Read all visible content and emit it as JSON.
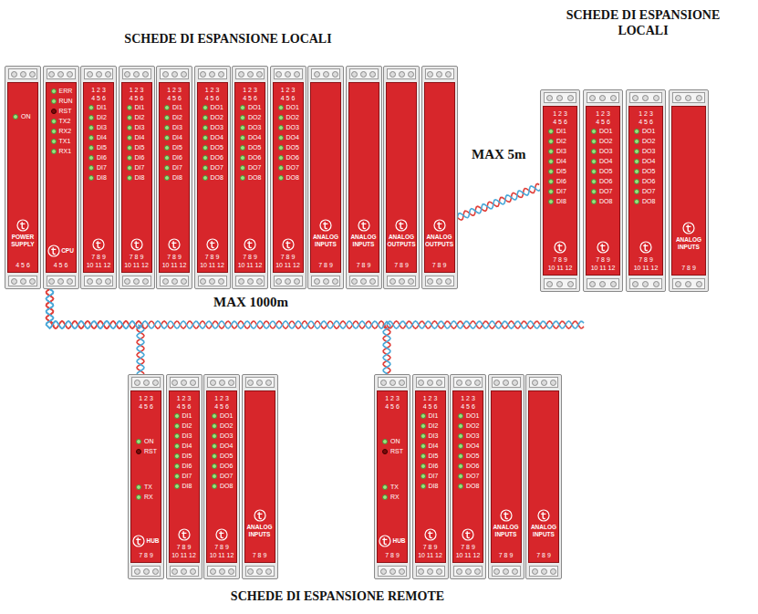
{
  "diagram": {
    "nodes": [
      {
        "text": [
          "ON",
          "POWER SUPPLY",
          "4 5 6"
        ]
      },
      {
        "text": [
          "ERR",
          "RUN",
          "RST",
          "TX2",
          "RX2",
          "TX1",
          "RX1",
          "CPU",
          "4 5 6"
        ]
      },
      {
        "text": [
          "1 2 3",
          "4 5 6",
          "DI1",
          "DI2",
          "DI3",
          "DI4",
          "DI5",
          "DI6",
          "DI7",
          "DI8",
          "7 8 9",
          "10 11 12"
        ]
      },
      {
        "text": [
          "1 2 3",
          "4 5 6",
          "DI1",
          "DI2",
          "DI3",
          "DI4",
          "DI5",
          "DI6",
          "DI7",
          "DI8",
          "7 8 9",
          "10 11 12"
        ]
      },
      {
        "text": [
          "1 2 3",
          "4 5 6",
          "DI1",
          "DI2",
          "DI3",
          "DI4",
          "DI5",
          "DI6",
          "DI7",
          "DI8",
          "7 8 9",
          "10 11 12"
        ]
      },
      {
        "text": [
          "1 2 3",
          "4 5 6",
          "DO1",
          "DO2",
          "DO3",
          "DO4",
          "DO5",
          "DO6",
          "DO7",
          "DO8",
          "7 8 9",
          "10 11 12"
        ]
      },
      {
        "text": [
          "1 2 3",
          "4 5 6",
          "DO1",
          "DO2",
          "DO3",
          "DO4",
          "DO5",
          "DO6",
          "DO7",
          "DO8",
          "7 8 9",
          "10 11 12"
        ]
      },
      {
        "text": [
          "1 2 3",
          "4 5 6",
          "DO1",
          "DO2",
          "DO3",
          "DO4",
          "DO5",
          "DO6",
          "DO7",
          "DO8",
          "7 8 9",
          "10 11 12"
        ]
      },
      {
        "text": [
          "ANALOG INPUTS",
          "7 8 9"
        ]
      },
      {
        "text": [
          "ANALOG INPUTS",
          "7 8 9"
        ]
      },
      {
        "text": [
          "ANALOG OUTPUTS",
          "7 8 9"
        ]
      },
      {
        "text": [
          "ANALOG OUTPUTS",
          "7 8 9"
        ]
      },
      {
        "text": [
          "1 2 3",
          "4 5 6",
          "DI1",
          "DI2",
          "DI3",
          "DI4",
          "DI5",
          "DI6",
          "DI7",
          "DI8",
          "7 8 9",
          "10 11 12"
        ]
      },
      {
        "text": [
          "1 2 3",
          "4 5 6",
          "DO1",
          "DO2",
          "DO3",
          "DO4",
          "DO5",
          "DO6",
          "DO7",
          "DO8",
          "7 8 9",
          "10 11 12"
        ]
      },
      {
        "text": [
          "1 2 3",
          "4 5 6",
          "DO1",
          "DO2",
          "DO3",
          "DO4",
          "DO5",
          "DO6",
          "DO7",
          "DO8",
          "7 8 9",
          "10 11 12"
        ]
      },
      {
        "text": [
          "ANALOG INPUTS",
          "7 8 9"
        ]
      },
      {
        "text": [
          "1 2 3",
          "4 5 6",
          "ON",
          "RST",
          "TX",
          "RX",
          "HUB",
          "7 8 9"
        ]
      },
      {
        "text": [
          "1 2 3",
          "4 5 6",
          "DI1",
          "DI2",
          "DI3",
          "DI4",
          "DI5",
          "DI6",
          "DI7",
          "DI8",
          "7 8 9",
          "10 11 12"
        ]
      },
      {
        "text": [
          "1 2 3",
          "4 5 6",
          "DO1",
          "DO2",
          "DO3",
          "DO4",
          "DO5",
          "DO6",
          "DO7",
          "DO8",
          "7 8 9",
          "10 11 12"
        ]
      },
      {
        "text": [
          "ANALOG INPUTS",
          "7 8 9"
        ]
      },
      {
        "text": [
          "1 2 3",
          "4 5 6",
          "ON",
          "RST",
          "TX",
          "RX",
          "HUB",
          "7 8 9"
        ]
      },
      {
        "text": [
          "1 2 3",
          "4 5 6",
          "DI1",
          "DI2",
          "DI3",
          "DI4",
          "DI5",
          "DI6",
          "DI7",
          "DI8",
          "7 8 9",
          "10 11 12"
        ]
      },
      {
        "text": [
          "1 2 3",
          "4 5 6",
          "DO1",
          "DO2",
          "DO3",
          "DO4",
          "DO5",
          "DO6",
          "DO7",
          "DO8",
          "7 8 9",
          "10 11 12"
        ]
      },
      {
        "text": [
          "ANALOG INPUTS",
          "7 8 9"
        ]
      },
      {
        "text": [
          "ANALOG INPUTS",
          "7 8 9"
        ]
      }
    ],
    "edges": [
      {
        "from": 11,
        "to": 12,
        "label": "MAX 5m",
        "arrow": "none"
      },
      {
        "from": 1,
        "to": 16,
        "label": "MAX 1000m",
        "arrow": "none"
      },
      {
        "from": 1,
        "to": 20,
        "arrow": "none"
      }
    ],
    "labels": [
      "SCHEDE DI ESPANSIONE LOCALI",
      "SCHEDE DI ESPANSIONE LOCALI",
      "SCHEDE DI ESPANSIONE REMOTE"
    ]
  }
}
